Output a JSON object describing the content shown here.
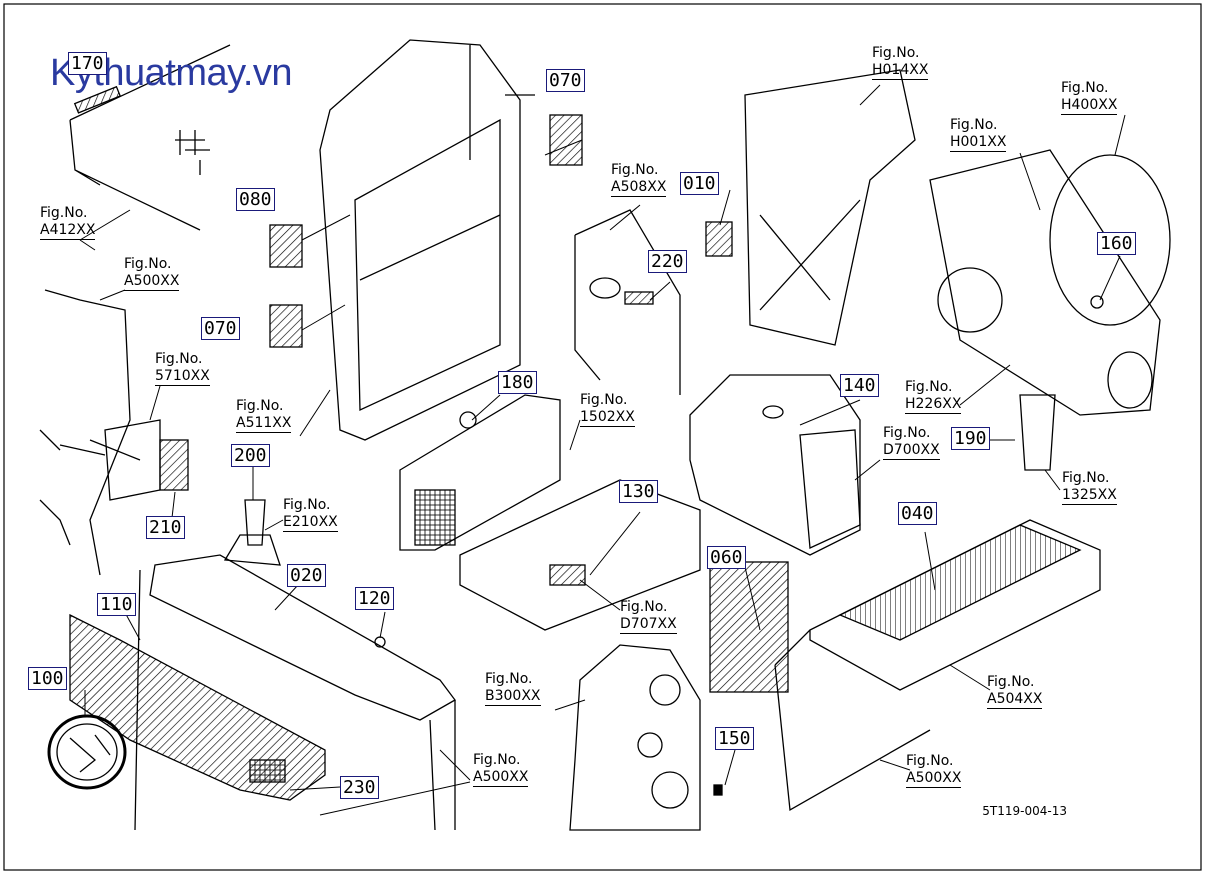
{
  "watermark": "Kythuatmay.vn",
  "drawing_code": "5T119-004-13",
  "parts": {
    "p170": "170",
    "p070a": "070",
    "p080": "080",
    "p070b": "070",
    "p010": "010",
    "p220": "220",
    "p160": "160",
    "p180": "180",
    "p140": "140",
    "p190": "190",
    "p200": "200",
    "p210": "210",
    "p130": "130",
    "p040": "040",
    "p020": "020",
    "p110": "110",
    "p120": "120",
    "p060": "060",
    "p100": "100",
    "p150": "150",
    "p230": "230"
  },
  "figs": {
    "a412": [
      "Fig.No.",
      "A412XX"
    ],
    "a500a": [
      "Fig.No.",
      "A500XX"
    ],
    "f5710": [
      "Fig.No.",
      "5710XX"
    ],
    "a511": [
      "Fig.No.",
      "A511XX"
    ],
    "e210": [
      "Fig.No.",
      "E210XX"
    ],
    "a508": [
      "Fig.No.",
      "A508XX"
    ],
    "h014": [
      "Fig.No.",
      "H014XX"
    ],
    "h400": [
      "Fig.No.",
      "H400XX"
    ],
    "h001": [
      "Fig.No.",
      "H001XX"
    ],
    "h226": [
      "Fig.No.",
      "H226XX"
    ],
    "f1502": [
      "Fig.No.",
      "1502XX"
    ],
    "d700": [
      "Fig.No.",
      "D700XX"
    ],
    "f1325": [
      "Fig.No.",
      "1325XX"
    ],
    "d707": [
      "Fig.No.",
      "D707XX"
    ],
    "b300": [
      "Fig.No.",
      "B300XX"
    ],
    "a504": [
      "Fig.No.",
      "A504XX"
    ],
    "a500b": [
      "Fig.No.",
      "A500XX"
    ],
    "a500c": [
      "Fig.No.",
      "A500XX"
    ]
  }
}
